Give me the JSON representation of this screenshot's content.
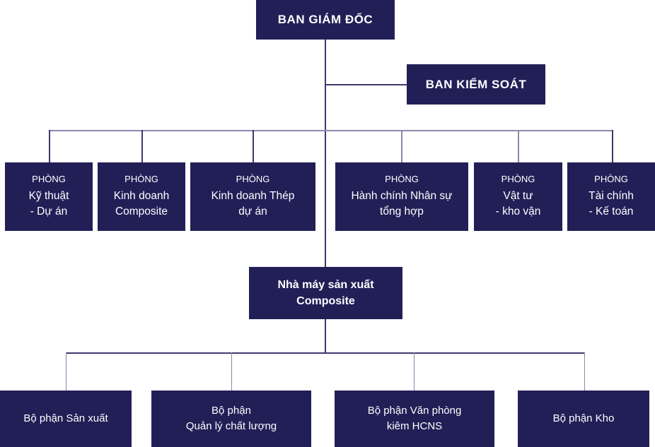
{
  "colors": {
    "box_fill": "#221f57",
    "line": "#3d3a70",
    "text": "#ffffff"
  },
  "top": {
    "label": "BAN GIÁM ĐỐC"
  },
  "control": {
    "label": "BAN KIỂM SOÁT"
  },
  "departments": [
    {
      "prefix": "PHÒNG",
      "name": "Kỹ thuật\n- Dự án"
    },
    {
      "prefix": "PHÒNG",
      "name": "Kinh doanh\nComposite"
    },
    {
      "prefix": "PHÒNG",
      "name": "Kinh doanh Thép\ndự án"
    },
    {
      "prefix": "PHÒNG",
      "name": "Hành chính Nhân sự\ntổng hợp"
    },
    {
      "prefix": "PHÒNG",
      "name": "Vật tư\n- kho  vận"
    },
    {
      "prefix": "PHÒNG",
      "name": "Tài chính\n- Kế toán"
    }
  ],
  "factory": {
    "label": "Nhà máy sản xuất\nComposite"
  },
  "units": [
    {
      "label": "Bộ phận Sản xuất"
    },
    {
      "label": "Bộ phận\nQuản lý chất lượng"
    },
    {
      "label": "Bộ phận Văn phòng\nkiêm HCNS"
    },
    {
      "label": "Bộ phận Kho"
    }
  ]
}
